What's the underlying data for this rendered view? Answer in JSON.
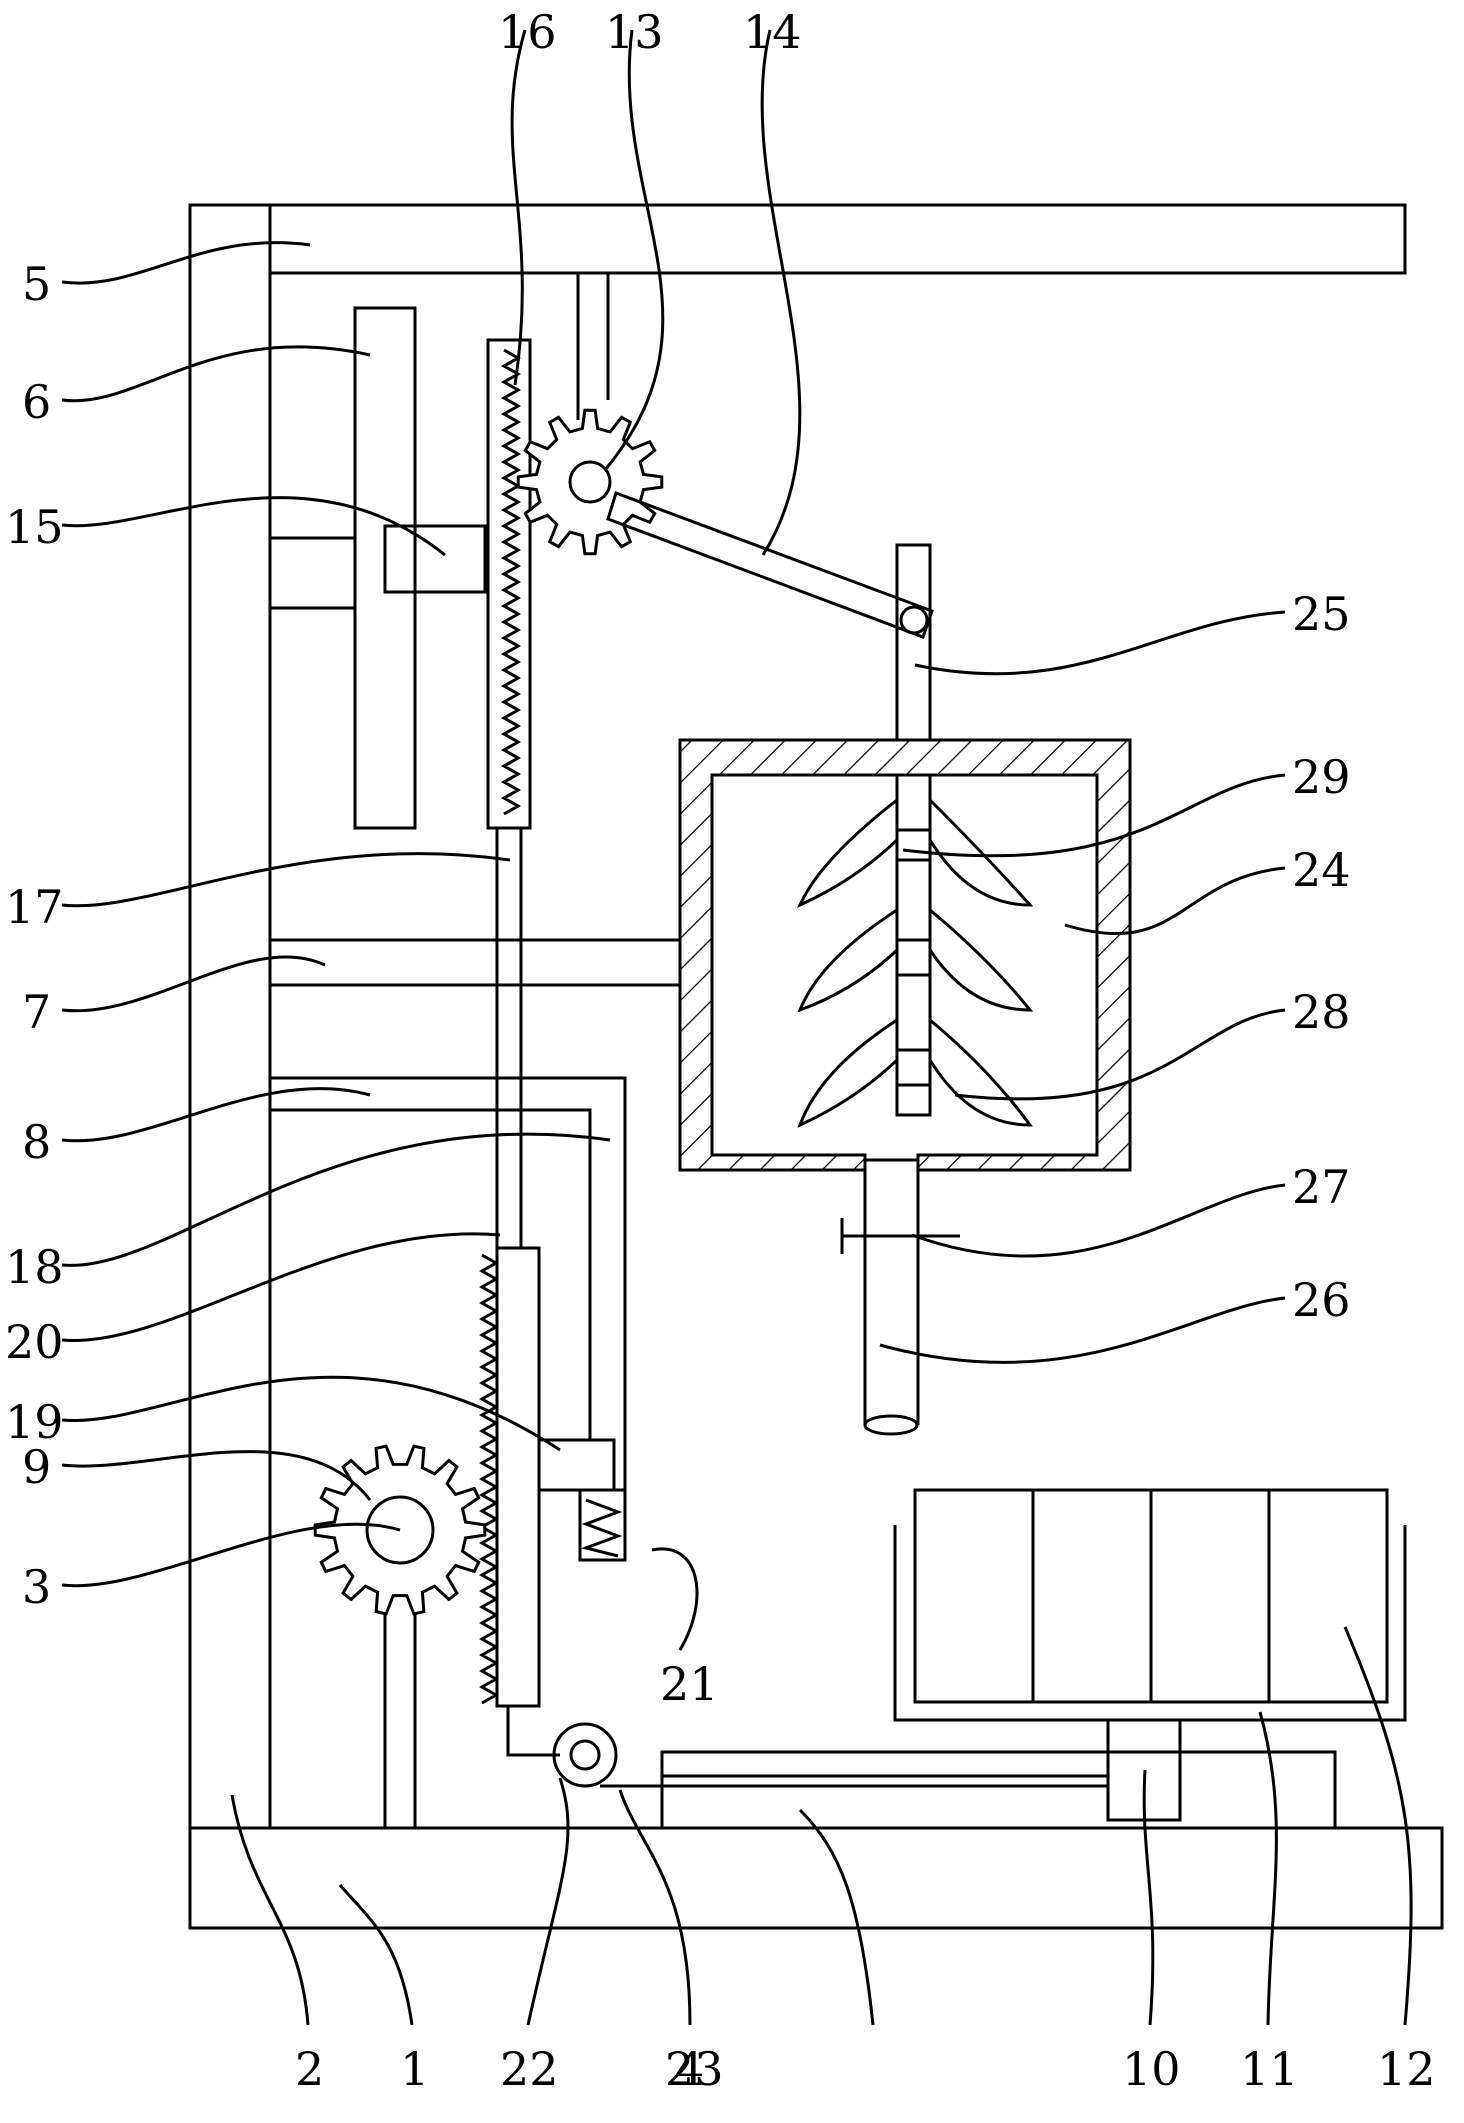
{
  "labels": {
    "l1": "1",
    "l2": "2",
    "l3": "3",
    "l4": "4",
    "l5": "5",
    "l6": "6",
    "l7": "7",
    "l8": "8",
    "l9": "9",
    "l10": "10",
    "l11": "11",
    "l12": "12",
    "l13": "13",
    "l14": "14",
    "l15": "15",
    "l16": "16",
    "l17": "17",
    "l18": "18",
    "l19": "19",
    "l20": "20",
    "l21": "21",
    "l22": "22",
    "l23": "23",
    "l24": "24",
    "l25": "25",
    "l26": "26",
    "l27": "27",
    "l28": "28",
    "l29": "29"
  },
  "colors": {
    "line": "#000000",
    "background": "#ffffff"
  }
}
